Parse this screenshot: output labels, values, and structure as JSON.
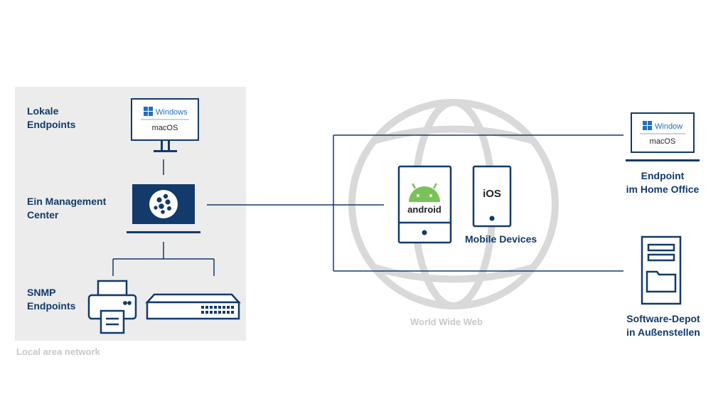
{
  "colors": {
    "navy": "#123a6b",
    "lan_bg": "#ececec",
    "globe": "#d9d9d9",
    "android_green": "#78c257",
    "windows_blue": "#1f6fc5",
    "caption_gray": "#c8c8c8"
  },
  "lan": {
    "caption": "Local area network",
    "local_endpoints_label": "Lokale\nEndpoints",
    "management_center_label": "Ein Management\nCenter",
    "snmp_endpoints_label": "SNMP\nEndpoints",
    "monitor": {
      "os_top": "Windows",
      "os_bottom": "macOS"
    }
  },
  "www": {
    "caption": "World Wide Web",
    "mobile_devices_label": "Mobile Devices",
    "android_text": "android",
    "ios_text": "iOS"
  },
  "remote": {
    "home_office_label": "Endpoint\nim Home Office",
    "home_office_laptop": {
      "os_top": "Window",
      "os_bottom": "macOS"
    },
    "software_depot_label": "Software-Depot\nin Außenstellen"
  }
}
